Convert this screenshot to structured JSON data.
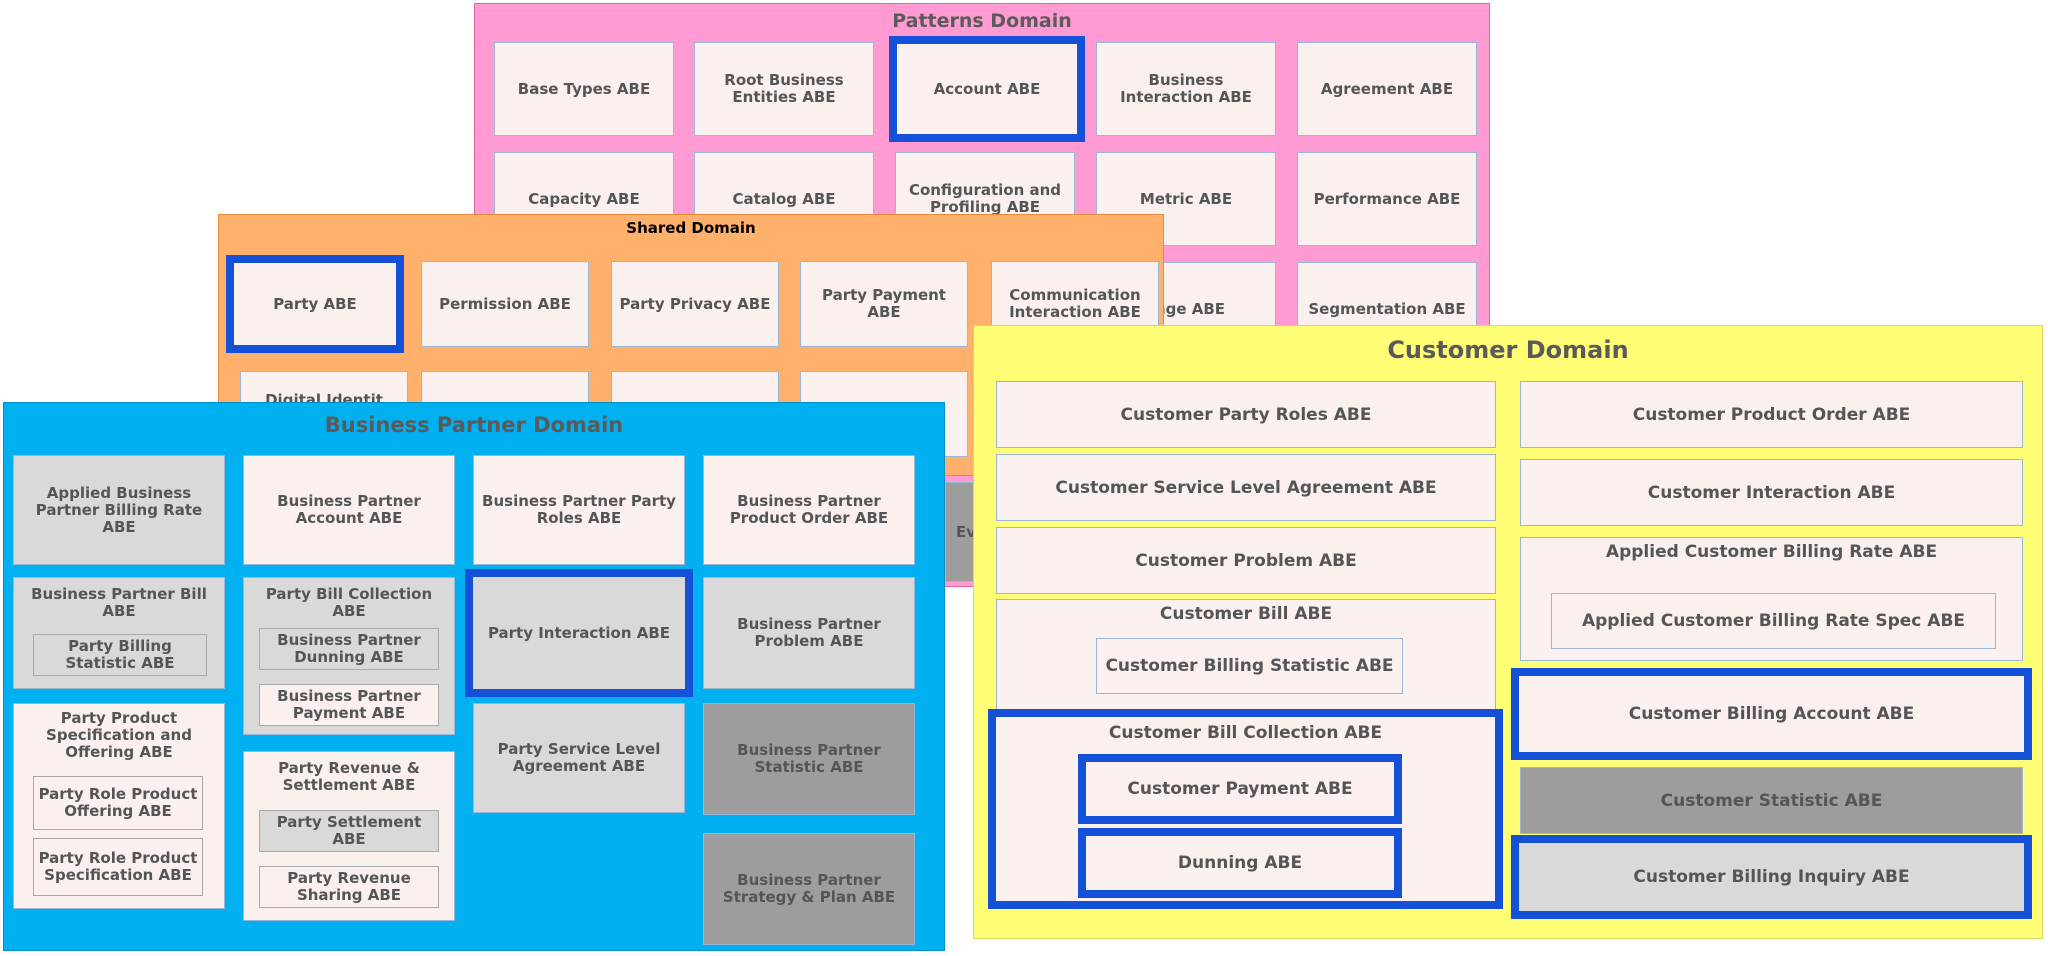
{
  "patterns": {
    "title": "Patterns Domain",
    "items": [
      "Base Types ABE",
      "Root Business Entities ABE",
      "Account ABE",
      "Business Interaction ABE",
      "Agreement ABE",
      "Capacity ABE",
      "Catalog ABE",
      "Configuration and Profiling ABE",
      "Metric ABE",
      "Performance ABE",
      "age ABE",
      "Segmentation ABE",
      "Eve"
    ]
  },
  "shared": {
    "title": "Shared Domain",
    "items": [
      "Party ABE",
      "Permission ABE",
      "Party Privacy ABE",
      "Party Payment ABE",
      "Communication Interaction ABE",
      "Digital Identit"
    ]
  },
  "bp": {
    "title": "Business Partner Domain",
    "applied_billing_rate": "Applied Business Partner Billing Rate ABE",
    "account": "Business Partner Account ABE",
    "party_roles": "Business Partner Party Roles ABE",
    "product_order": "Business Partner Product Order ABE",
    "bill": {
      "title": "Business Partner Bill ABE",
      "inner": "Party Billing Statistic ABE"
    },
    "bill_collection": {
      "title": "Party Bill Collection ABE",
      "inner1": "Business Partner Dunning ABE",
      "inner2": "Business Partner Payment ABE"
    },
    "party_interaction": "Party Interaction ABE",
    "problem": "Business Partner Problem ABE",
    "product_spec": {
      "title": "Party Product Specification and Offering ABE",
      "inner1": "Party Role Product Offering ABE",
      "inner2": "Party Role Product Specification ABE"
    },
    "revenue": {
      "title": "Party Revenue & Settlement ABE",
      "inner1": "Party Settlement ABE",
      "inner2": "Party Revenue Sharing ABE"
    },
    "sla": "Party Service Level Agreement ABE",
    "statistic": "Business Partner Statistic ABE",
    "strategy": "Business Partner Strategy & Plan ABE"
  },
  "customer": {
    "title": "Customer Domain",
    "party_roles": "Customer Party Roles ABE",
    "product_order": "Customer Product Order ABE",
    "sla": "Customer Service Level Agreement ABE",
    "interaction": "Customer Interaction ABE",
    "problem": "Customer Problem ABE",
    "applied_rate": {
      "title": "Applied Customer Billing Rate ABE",
      "inner": "Applied Customer Billing Rate Spec ABE"
    },
    "bill": {
      "title": "Customer Bill ABE",
      "inner": "Customer Billing Statistic ABE"
    },
    "billing_account": "Customer Billing Account ABE",
    "bill_collection": {
      "title": "Customer Bill Collection ABE",
      "inner1": "Customer Payment ABE",
      "inner2": "Dunning ABE"
    },
    "statistic": "Customer Statistic ABE",
    "billing_inquiry": "Customer Billing Inquiry ABE"
  }
}
